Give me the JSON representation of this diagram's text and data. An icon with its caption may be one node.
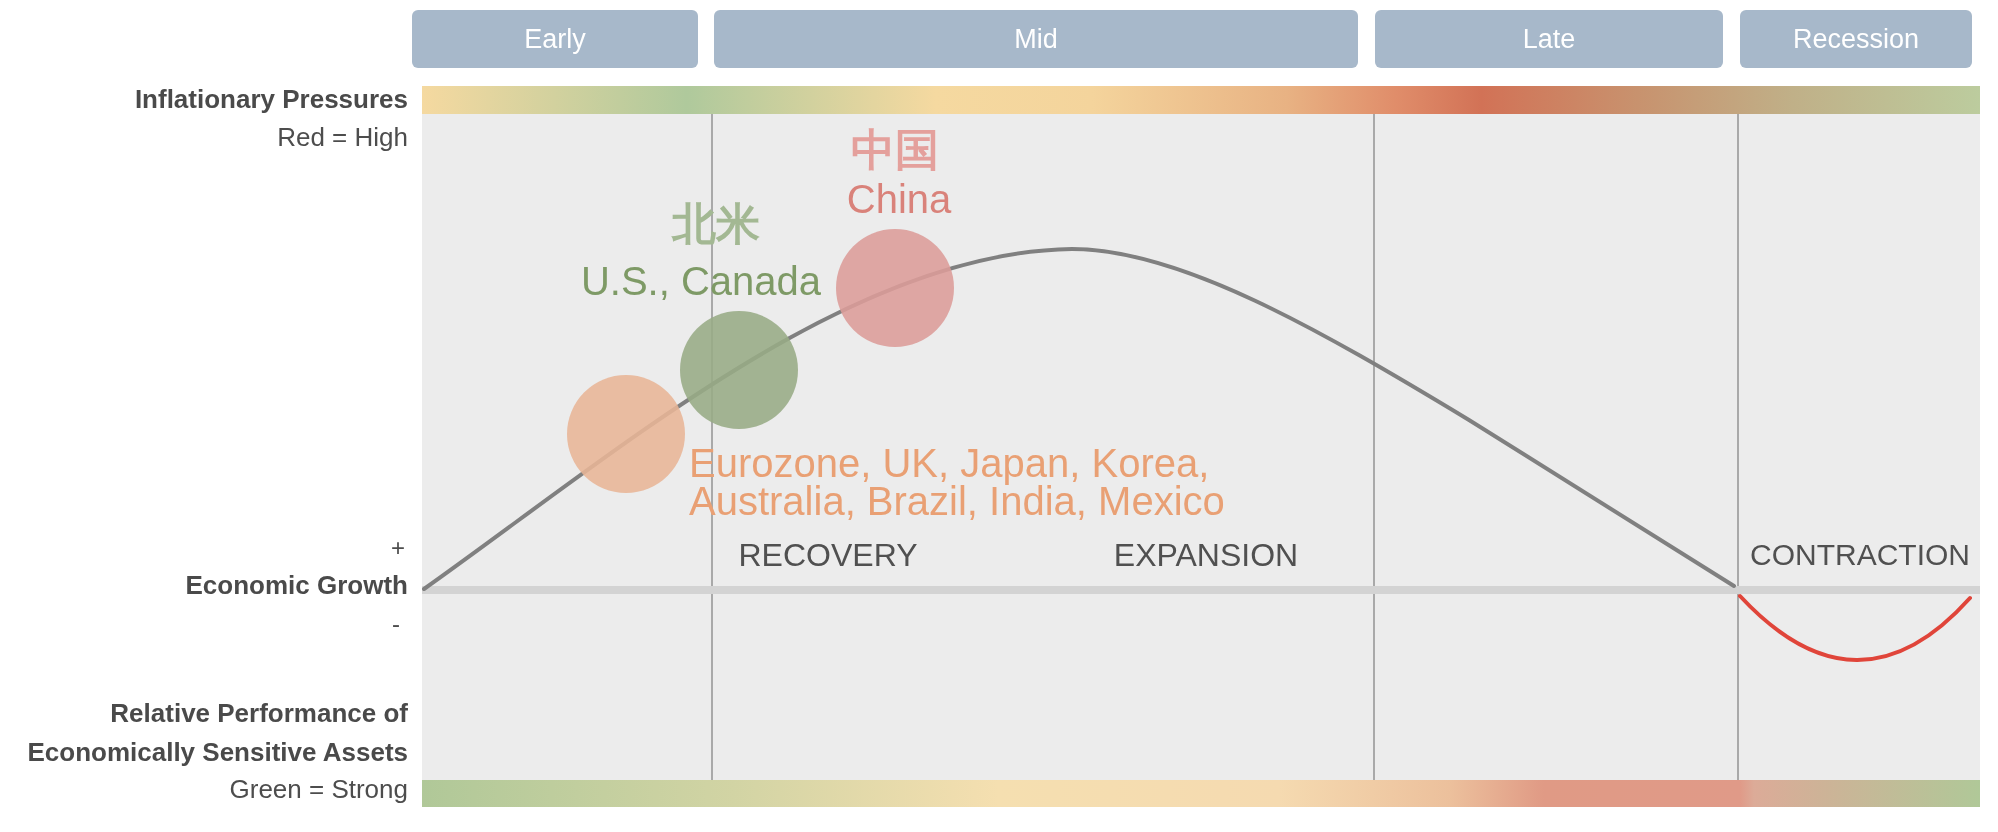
{
  "diagram": {
    "nodes": [
      {
        "text": [
          "Early"
        ]
      },
      {
        "text": [
          "Mid"
        ]
      },
      {
        "text": [
          "Late"
        ]
      },
      {
        "text": [
          "Recession"
        ]
      },
      {
        "text": [],
        "shape": "bar",
        "beside": [
          "Inflationary Pressures",
          "Red = High"
        ]
      },
      {
        "text": [],
        "shape": "circle",
        "beside": [
          "Eurozone, UK, Japan, Korea, Australia, Brazil, India, Mexico"
        ]
      },
      {
        "text": [],
        "shape": "circle",
        "beside": [
          "北米",
          "U.S., Canada"
        ]
      },
      {
        "text": [],
        "shape": "circle",
        "beside": [
          "中国",
          "China"
        ]
      },
      {
        "text": [],
        "shape": "bar",
        "beside": [
          "Relative Performance of Economically Sensitive Assets",
          "Green = Strong"
        ]
      }
    ],
    "labels": [
      "+",
      "RECOVERY",
      "EXPANSION",
      "CONTRACTION",
      "Economic Growth",
      "-"
    ]
  }
}
